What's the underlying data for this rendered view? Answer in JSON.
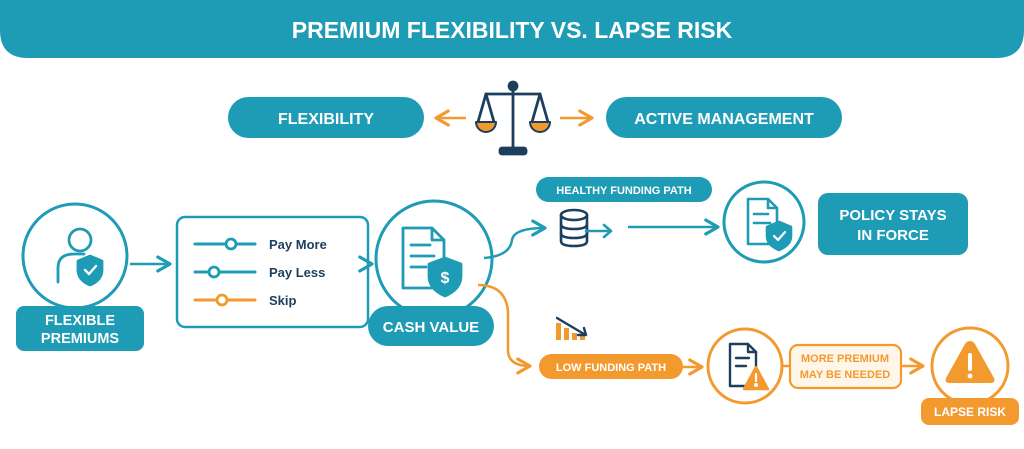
{
  "title": "PREMIUM FLEXIBILITY VS. LAPSE RISK",
  "balance": {
    "left_label": "FLEXIBILITY",
    "right_label": "ACTIVE MANAGEMENT"
  },
  "nodes": {
    "flexible_premiums": {
      "line1": "FLEXIBLE",
      "line2": "PREMIUMS"
    },
    "options": {
      "items": [
        "Pay More",
        "Pay Less",
        "Skip"
      ]
    },
    "cash_value": {
      "label": "CASH VALUE"
    },
    "policy_stays": {
      "line1": "POLICY STAYS",
      "line2": "IN FORCE"
    },
    "more_premium": {
      "line1": "MORE PREMIUM",
      "line2": "MAY BE NEEDED"
    },
    "lapse_risk": {
      "label": "LAPSE RISK"
    }
  },
  "paths": {
    "healthy": "HEALTHY FUNDING PATH",
    "low": "LOW FUNDING PATH"
  },
  "colors": {
    "teal": "#1e9bb5",
    "orange": "#f39a2e",
    "navy": "#1d3f5e",
    "white": "#ffffff"
  },
  "icons": [
    "person-shield-icon",
    "balance-scale-icon",
    "slider-icon",
    "document-dollar-shield-icon",
    "database-arrow-icon",
    "document-check-shield-icon",
    "declining-chart-icon",
    "document-warning-icon",
    "warning-triangle-icon"
  ]
}
